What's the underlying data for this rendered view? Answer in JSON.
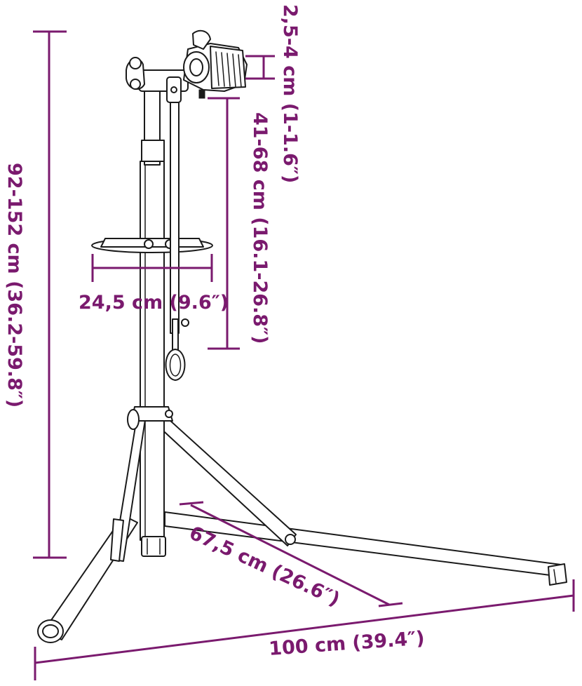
{
  "product": "bike repair stand",
  "dimensions": {
    "clamp_range": "2,5-4 cm (1-1.6″)",
    "arm_length": "41-68 cm (16.1-26.8″)",
    "total_height": "92-152 cm (36.2-59.8″)",
    "tray_width": "24,5 cm (9.6″)",
    "leg_length": "67,5 cm (26.6″)",
    "base_width": "100 cm (39.4″)"
  },
  "colors": {
    "dimension": "#7a1a6e",
    "outline": "#1a1a1a"
  }
}
